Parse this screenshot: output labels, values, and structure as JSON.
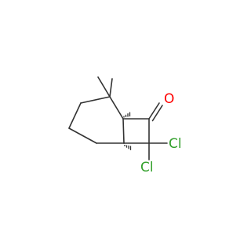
{
  "molecule": {
    "atoms": {
      "oxygen": {
        "symbol": "O",
        "color": "#ff0000"
      },
      "chlorine_1": {
        "symbol": "Cl",
        "color": "#33a02c"
      },
      "chlorine_2": {
        "symbol": "Cl",
        "color": "#33a02c"
      }
    },
    "bond_color": "#333333",
    "stereo_hash_color": "#333333"
  }
}
